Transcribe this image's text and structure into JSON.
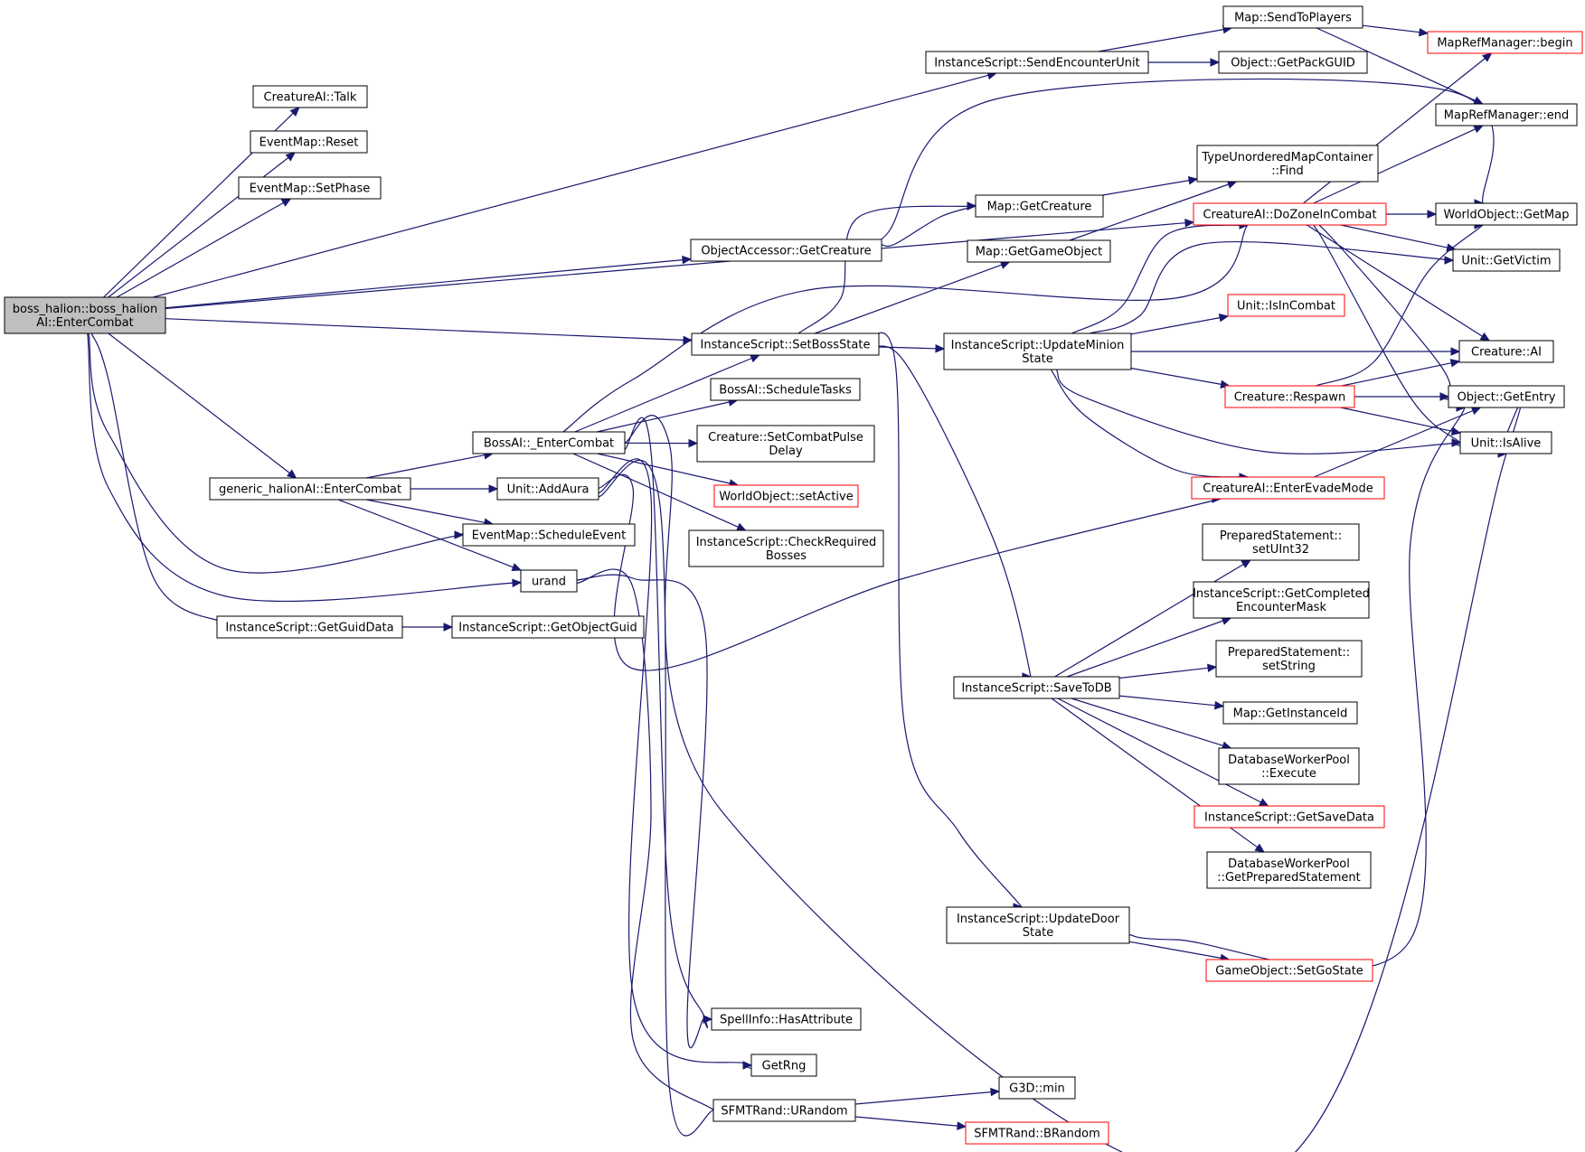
{
  "graph": {
    "colors": {
      "edge": "#191970",
      "node_border": "#000000",
      "node_border_truncated": "#ff0000",
      "root_fill": "#bfbfbf"
    },
    "nodes": [
      {
        "id": "root",
        "lines": [
          "boss_halion::boss_halion",
          "AI::EnterCombat"
        ],
        "style": "root"
      },
      {
        "id": "talk",
        "lines": [
          "CreatureAI::Talk"
        ],
        "style": "normal"
      },
      {
        "id": "reset",
        "lines": [
          "EventMap::Reset"
        ],
        "style": "normal"
      },
      {
        "id": "setphase",
        "lines": [
          "EventMap::SetPhase"
        ],
        "style": "normal"
      },
      {
        "id": "generic",
        "lines": [
          "generic_halionAI::EnterCombat"
        ],
        "style": "normal"
      },
      {
        "id": "getguiddata",
        "lines": [
          "InstanceScript::GetGuidData"
        ],
        "style": "normal"
      },
      {
        "id": "getobjectguid",
        "lines": [
          "InstanceScript::GetObjectGuid"
        ],
        "style": "normal"
      },
      {
        "id": "bossai_enter",
        "lines": [
          "BossAI::_EnterCombat"
        ],
        "style": "normal"
      },
      {
        "id": "addaura",
        "lines": [
          "Unit::AddAura"
        ],
        "style": "normal"
      },
      {
        "id": "scheduleevent",
        "lines": [
          "EventMap::ScheduleEvent"
        ],
        "style": "normal"
      },
      {
        "id": "urand",
        "lines": [
          "urand"
        ],
        "style": "normal"
      },
      {
        "id": "sendencounter",
        "lines": [
          "InstanceScript::SendEncounterUnit"
        ],
        "style": "normal"
      },
      {
        "id": "sendtoplayers",
        "lines": [
          "Map::SendToPlayers"
        ],
        "style": "normal"
      },
      {
        "id": "getpackguid",
        "lines": [
          "Object::GetPackGUID"
        ],
        "style": "normal"
      },
      {
        "id": "mrm_begin",
        "lines": [
          "MapRefManager::begin"
        ],
        "style": "red"
      },
      {
        "id": "mrm_end",
        "lines": [
          "MapRefManager::end"
        ],
        "style": "normal"
      },
      {
        "id": "oa_getcreature",
        "lines": [
          "ObjectAccessor::GetCreature"
        ],
        "style": "normal"
      },
      {
        "id": "map_getcreature",
        "lines": [
          "Map::GetCreature"
        ],
        "style": "normal"
      },
      {
        "id": "map_getgameobject",
        "lines": [
          "Map::GetGameObject"
        ],
        "style": "normal"
      },
      {
        "id": "tumc_find",
        "lines": [
          "TypeUnorderedMapContainer",
          "::Find"
        ],
        "style": "normal"
      },
      {
        "id": "dozone",
        "lines": [
          "CreatureAI::DoZoneInCombat"
        ],
        "style": "red"
      },
      {
        "id": "wo_getmap",
        "lines": [
          "WorldObject::GetMap"
        ],
        "style": "normal"
      },
      {
        "id": "getvictim",
        "lines": [
          "Unit::GetVictim"
        ],
        "style": "normal"
      },
      {
        "id": "isincombat",
        "lines": [
          "Unit::IsInCombat"
        ],
        "style": "red"
      },
      {
        "id": "creature_ai",
        "lines": [
          "Creature::AI"
        ],
        "style": "normal"
      },
      {
        "id": "respawn",
        "lines": [
          "Creature::Respawn"
        ],
        "style": "red"
      },
      {
        "id": "getentry",
        "lines": [
          "Object::GetEntry"
        ],
        "style": "normal"
      },
      {
        "id": "isalive",
        "lines": [
          "Unit::IsAlive"
        ],
        "style": "normal"
      },
      {
        "id": "setbossstate",
        "lines": [
          "InstanceScript::SetBossState"
        ],
        "style": "normal"
      },
      {
        "id": "updateminion",
        "lines": [
          "InstanceScript::UpdateMinion",
          "State"
        ],
        "style": "normal"
      },
      {
        "id": "scheduletasks",
        "lines": [
          "BossAI::ScheduleTasks"
        ],
        "style": "normal"
      },
      {
        "id": "setcombatpulse",
        "lines": [
          "Creature::SetCombatPulse",
          "Delay"
        ],
        "style": "normal"
      },
      {
        "id": "setactive",
        "lines": [
          "WorldObject::setActive"
        ],
        "style": "red"
      },
      {
        "id": "checkrequired",
        "lines": [
          "InstanceScript::CheckRequired",
          "Bosses"
        ],
        "style": "normal"
      },
      {
        "id": "enterevade",
        "lines": [
          "CreatureAI::EnterEvadeMode"
        ],
        "style": "red"
      },
      {
        "id": "savetodb",
        "lines": [
          "InstanceScript::SaveToDB"
        ],
        "style": "normal"
      },
      {
        "id": "ps_setuint32",
        "lines": [
          "PreparedStatement::",
          "setUInt32"
        ],
        "style": "normal"
      },
      {
        "id": "getcompleted",
        "lines": [
          "InstanceScript::GetCompleted",
          "EncounterMask"
        ],
        "style": "normal"
      },
      {
        "id": "ps_setstring",
        "lines": [
          "PreparedStatement::",
          "setString"
        ],
        "style": "normal"
      },
      {
        "id": "getinstanceid",
        "lines": [
          "Map::GetInstanceId"
        ],
        "style": "normal"
      },
      {
        "id": "dbwp_execute",
        "lines": [
          "DatabaseWorkerPool",
          "::Execute"
        ],
        "style": "normal"
      },
      {
        "id": "getsavedata",
        "lines": [
          "InstanceScript::GetSaveData"
        ],
        "style": "red"
      },
      {
        "id": "dbwp_getprepared",
        "lines": [
          "DatabaseWorkerPool",
          "::GetPreparedStatement"
        ],
        "style": "normal"
      },
      {
        "id": "updatedoor",
        "lines": [
          "InstanceScript::UpdateDoor",
          "State"
        ],
        "style": "normal"
      },
      {
        "id": "setgostate",
        "lines": [
          "GameObject::SetGoState"
        ],
        "style": "red"
      },
      {
        "id": "hasattribute",
        "lines": [
          "SpellInfo::HasAttribute"
        ],
        "style": "normal"
      },
      {
        "id": "getrng",
        "lines": [
          "GetRng"
        ],
        "style": "normal"
      },
      {
        "id": "urandom",
        "lines": [
          "SFMTRand::URandom"
        ],
        "style": "normal"
      },
      {
        "id": "g3d_min",
        "lines": [
          "G3D::min"
        ],
        "style": "normal"
      },
      {
        "id": "brandom",
        "lines": [
          "SFMTRand::BRandom"
        ],
        "style": "red"
      }
    ],
    "edges": [
      [
        "root",
        "talk"
      ],
      [
        "root",
        "reset"
      ],
      [
        "root",
        "setphase"
      ],
      [
        "root",
        "sendencounter"
      ],
      [
        "root",
        "oa_getcreature"
      ],
      [
        "root",
        "dozone"
      ],
      [
        "root",
        "setbossstate"
      ],
      [
        "root",
        "generic"
      ],
      [
        "root",
        "scheduleevent"
      ],
      [
        "root",
        "urand"
      ],
      [
        "root",
        "getguiddata"
      ],
      [
        "generic",
        "bossai_enter"
      ],
      [
        "generic",
        "addaura"
      ],
      [
        "generic",
        "scheduleevent"
      ],
      [
        "generic",
        "urand"
      ],
      [
        "getguiddata",
        "getobjectguid"
      ],
      [
        "bossai_enter",
        "setbossstate"
      ],
      [
        "bossai_enter",
        "scheduletasks"
      ],
      [
        "bossai_enter",
        "setcombatpulse"
      ],
      [
        "bossai_enter",
        "setactive"
      ],
      [
        "bossai_enter",
        "checkrequired"
      ],
      [
        "bossai_enter",
        "dozone"
      ],
      [
        "bossai_enter",
        "hasattribute"
      ],
      [
        "bossai_enter",
        "isalive"
      ],
      [
        "addaura",
        "enterevade"
      ],
      [
        "addaura",
        "getrng"
      ],
      [
        "addaura",
        "urandom"
      ],
      [
        "urand",
        "hasattribute"
      ],
      [
        "urand",
        "urandom"
      ],
      [
        "sendencounter",
        "sendtoplayers"
      ],
      [
        "sendencounter",
        "getpackguid"
      ],
      [
        "sendtoplayers",
        "mrm_begin"
      ],
      [
        "sendtoplayers",
        "mrm_end"
      ],
      [
        "oa_getcreature",
        "map_getcreature"
      ],
      [
        "oa_getcreature",
        "wo_getmap"
      ],
      [
        "map_getcreature",
        "tumc_find"
      ],
      [
        "map_getgameobject",
        "tumc_find"
      ],
      [
        "setbossstate",
        "map_getcreature"
      ],
      [
        "setbossstate",
        "map_getgameobject"
      ],
      [
        "setbossstate",
        "updateminion"
      ],
      [
        "setbossstate",
        "savetodb"
      ],
      [
        "setbossstate",
        "updatedoor"
      ],
      [
        "updateminion",
        "dozone"
      ],
      [
        "updateminion",
        "getvictim"
      ],
      [
        "updateminion",
        "isincombat"
      ],
      [
        "updateminion",
        "creature_ai"
      ],
      [
        "updateminion",
        "respawn"
      ],
      [
        "updateminion",
        "isalive"
      ],
      [
        "updateminion",
        "enterevade"
      ],
      [
        "dozone",
        "mrm_begin"
      ],
      [
        "dozone",
        "mrm_end"
      ],
      [
        "dozone",
        "wo_getmap"
      ],
      [
        "dozone",
        "getvictim"
      ],
      [
        "dozone",
        "creature_ai"
      ],
      [
        "dozone",
        "getentry"
      ],
      [
        "dozone",
        "isalive"
      ],
      [
        "respawn",
        "creature_ai"
      ],
      [
        "respawn",
        "getentry"
      ],
      [
        "respawn",
        "isalive"
      ],
      [
        "respawn",
        "wo_getmap"
      ],
      [
        "enterevade",
        "getentry"
      ],
      [
        "savetodb",
        "ps_setuint32"
      ],
      [
        "savetodb",
        "getcompleted"
      ],
      [
        "savetodb",
        "ps_setstring"
      ],
      [
        "savetodb",
        "getinstanceid"
      ],
      [
        "savetodb",
        "dbwp_execute"
      ],
      [
        "savetodb",
        "getsavedata"
      ],
      [
        "savetodb",
        "dbwp_getprepared"
      ],
      [
        "updatedoor",
        "getentry"
      ],
      [
        "updatedoor",
        "setgostate"
      ],
      [
        "urandom",
        "g3d_min"
      ],
      [
        "urandom",
        "brandom"
      ]
    ]
  }
}
